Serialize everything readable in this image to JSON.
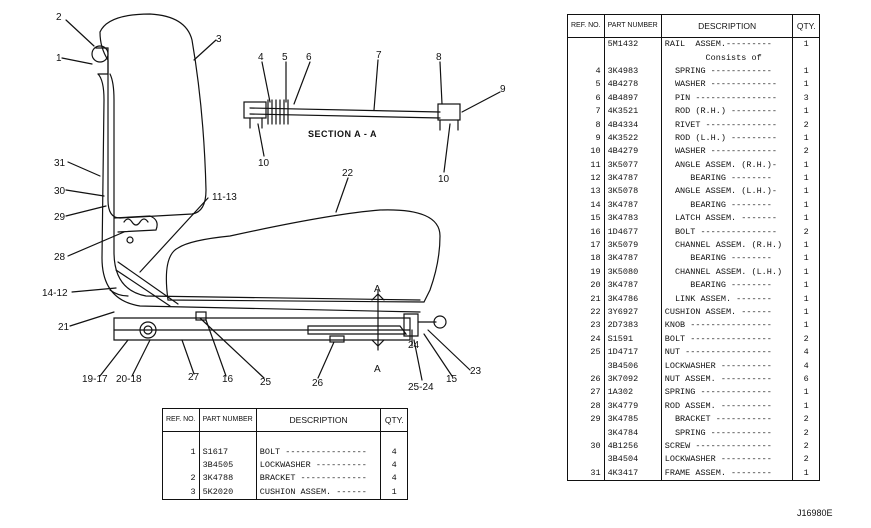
{
  "section_label": "SECTION A - A",
  "section_marks": [
    "A",
    "A"
  ],
  "callouts": [
    "2",
    "1",
    "3",
    "4",
    "5",
    "6",
    "7",
    "8",
    "9",
    "10",
    "10",
    "31",
    "30",
    "29",
    "28",
    "11-13",
    "22",
    "14-12",
    "21",
    "24",
    "23",
    "19-17",
    "20-18",
    "27",
    "16",
    "25",
    "26",
    "25-24",
    "15"
  ],
  "main_table": {
    "headers": {
      "ref": "REF. NO.",
      "part": "PART NUMBER",
      "desc": "DESCRIPTION",
      "qty": "QTY."
    },
    "rows": [
      {
        "ref": "",
        "part": "5M1432",
        "desc": "RAIL  ASSEM.---------",
        "qty": "1"
      },
      {
        "ref": "",
        "part": "",
        "desc": "        Consists of",
        "qty": ""
      },
      {
        "ref": "4",
        "part": "3K4983",
        "desc": "  SPRING ------------",
        "qty": "1"
      },
      {
        "ref": "5",
        "part": "4B4278",
        "desc": "  WASHER -------------",
        "qty": "1"
      },
      {
        "ref": "6",
        "part": "4B4897",
        "desc": "  PIN ----------------",
        "qty": "3"
      },
      {
        "ref": "7",
        "part": "4K3521",
        "desc": "  ROD (R.H.) ---------",
        "qty": "1"
      },
      {
        "ref": "8",
        "part": "4B4334",
        "desc": "  RIVET --------------",
        "qty": "2"
      },
      {
        "ref": "9",
        "part": "4K3522",
        "desc": "  ROD (L.H.) ---------",
        "qty": "1"
      },
      {
        "ref": "10",
        "part": "4B4279",
        "desc": "  WASHER -------------",
        "qty": "2"
      },
      {
        "ref": "11",
        "part": "3K5077",
        "desc": "  ANGLE ASSEM. (R.H.)-",
        "qty": "1"
      },
      {
        "ref": "12",
        "part": "3K4787",
        "desc": "     BEARING --------",
        "qty": "1"
      },
      {
        "ref": "13",
        "part": "3K5078",
        "desc": "  ANGLE ASSEM. (L.H.)-",
        "qty": "1"
      },
      {
        "ref": "14",
        "part": "3K4787",
        "desc": "     BEARING --------",
        "qty": "1"
      },
      {
        "ref": "15",
        "part": "3K4783",
        "desc": "  LATCH ASSEM. -------",
        "qty": "1"
      },
      {
        "ref": "16",
        "part": "1D4677",
        "desc": "  BOLT ---------------",
        "qty": "2"
      },
      {
        "ref": "17",
        "part": "3K5079",
        "desc": "  CHANNEL ASSEM. (R.H.)",
        "qty": "1"
      },
      {
        "ref": "18",
        "part": "3K4787",
        "desc": "     BEARING --------",
        "qty": "1"
      },
      {
        "ref": "19",
        "part": "3K5080",
        "desc": "  CHANNEL ASSEM. (L.H.)",
        "qty": "1"
      },
      {
        "ref": "20",
        "part": "3K4787",
        "desc": "     BEARING --------",
        "qty": "1"
      },
      {
        "ref": "21",
        "part": "3K4786",
        "desc": "  LINK ASSEM. -------",
        "qty": "1"
      },
      {
        "ref": "22",
        "part": "3Y6927",
        "desc": "CUSHION ASSEM. ------",
        "qty": "1"
      },
      {
        "ref": "23",
        "part": "2D7383",
        "desc": "KNOB ----------------",
        "qty": "1"
      },
      {
        "ref": "24",
        "part": "S1591",
        "desc": "BOLT ----------------",
        "qty": "2"
      },
      {
        "ref": "25",
        "part": "1D4717",
        "desc": "NUT -----------------",
        "qty": "4"
      },
      {
        "ref": "",
        "part": "3B4506",
        "desc": "LOCKWASHER ----------",
        "qty": "4"
      },
      {
        "ref": "26",
        "part": "3K7092",
        "desc": "NUT ASSEM. ----------",
        "qty": "6"
      },
      {
        "ref": "27",
        "part": "1A302",
        "desc": "SPRING --------------",
        "qty": "1"
      },
      {
        "ref": "28",
        "part": "3K4779",
        "desc": "ROD ASSEM. ----------",
        "qty": "1"
      },
      {
        "ref": "29",
        "part": "3K4785",
        "desc": "  BRACKET -----------",
        "qty": "2"
      },
      {
        "ref": "",
        "part": "3K4784",
        "desc": "  SPRING ------------",
        "qty": "2"
      },
      {
        "ref": "30",
        "part": "4B1256",
        "desc": "SCREW ---------------",
        "qty": "2"
      },
      {
        "ref": "",
        "part": "3B4504",
        "desc": "LOCKWASHER ----------",
        "qty": "2"
      },
      {
        "ref": "31",
        "part": "4K3417",
        "desc": "FRAME ASSEM. --------",
        "qty": "1"
      }
    ]
  },
  "small_table": {
    "headers": {
      "ref": "REF. NO.",
      "part": "PART NUMBER",
      "desc": "DESCRIPTION",
      "qty": "QTY."
    },
    "rows": [
      {
        "ref": "",
        "part": "",
        "desc": "",
        "qty": ""
      },
      {
        "ref": "1",
        "part": "S1617",
        "desc": "BOLT ----------------",
        "qty": "4"
      },
      {
        "ref": "",
        "part": "3B4505",
        "desc": "LOCKWASHER ----------",
        "qty": "4"
      },
      {
        "ref": "2",
        "part": "3K4788",
        "desc": "BRACKET -------------",
        "qty": "4"
      },
      {
        "ref": "3",
        "part": "5K2020",
        "desc": "CUSHION ASSEM. ------",
        "qty": "1"
      }
    ]
  },
  "doc_id": "J16980E"
}
